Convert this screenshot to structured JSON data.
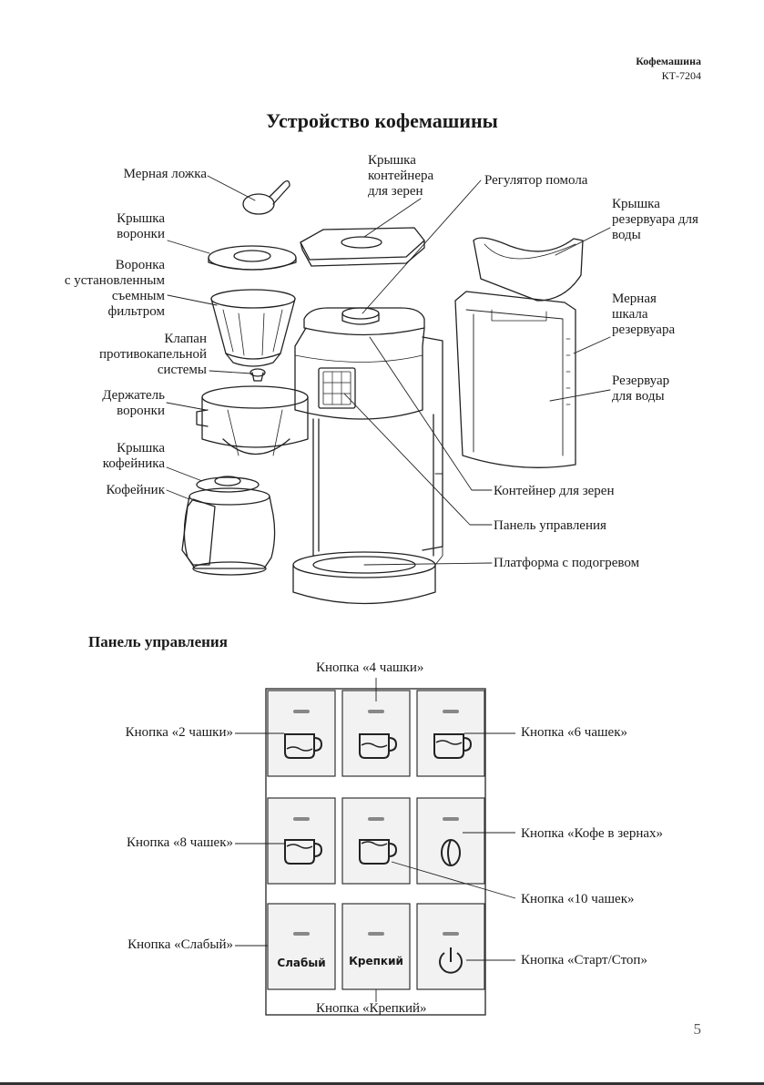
{
  "header": {
    "brand": "Кофемашина",
    "model": "КТ-7204"
  },
  "title": "Устройство кофемашины",
  "parts": {
    "spoon": "Мерная ложка",
    "funnel_lid": [
      "Крышка",
      "воронки"
    ],
    "funnel": [
      "Воронка",
      "с установленным",
      "съемным",
      "фильтром"
    ],
    "valve": [
      "Клапан",
      "противокапельной",
      "системы"
    ],
    "holder": [
      "Держатель",
      "воронки"
    ],
    "pot_lid": [
      "Крышка",
      "кофейника"
    ],
    "pot": "Кофейник",
    "bean_lid": [
      "Крышка",
      "контейнера",
      "для зерен"
    ],
    "grind": "Регулятор помола",
    "tank_lid": [
      "Крышка",
      "резервуара для",
      "воды"
    ],
    "scale": [
      "Мерная",
      "шкала",
      "резервуара"
    ],
    "tank": [
      "Резервуар",
      "для воды"
    ],
    "bean_container": "Контейнер для зерен",
    "control_panel": "Панель управления",
    "hotplate": "Платформа с подогревом"
  },
  "panel_title": "Панель управления",
  "buttons": {
    "b4": "Кнопка «4 чашки»",
    "b2": "Кнопка «2 чашки»",
    "b6": "Кнопка «6 чашек»",
    "b8": "Кнопка «8 чашек»",
    "beans": "Кнопка «Кофе в зернах»",
    "b10": "Кнопка «10 чашек»",
    "weak": "Кнопка «Слабый»",
    "start": "Кнопка «Старт/Стоп»",
    "strong": "Кнопка «Крепкий»",
    "weak_face": "Слабый",
    "strong_face": "Крепкий"
  },
  "page_number": "5"
}
